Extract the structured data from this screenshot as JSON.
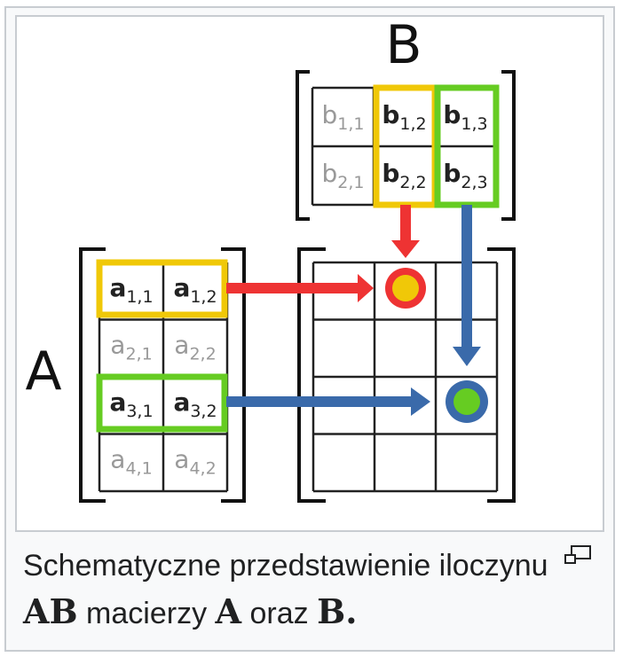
{
  "diagram": {
    "matrix_b_label": "B",
    "matrix_a_label": "A",
    "b_cells": [
      {
        "base": "b",
        "sub": "1,1",
        "dim": true
      },
      {
        "base": "b",
        "sub": "1,2",
        "dim": false
      },
      {
        "base": "b",
        "sub": "1,3",
        "dim": false
      },
      {
        "base": "b",
        "sub": "2,1",
        "dim": true
      },
      {
        "base": "b",
        "sub": "2,2",
        "dim": false
      },
      {
        "base": "b",
        "sub": "2,3",
        "dim": false
      }
    ],
    "a_cells": [
      {
        "base": "a",
        "sub": "1,1",
        "dim": false
      },
      {
        "base": "a",
        "sub": "1,2",
        "dim": false
      },
      {
        "base": "a",
        "sub": "2,1",
        "dim": true
      },
      {
        "base": "a",
        "sub": "2,2",
        "dim": true
      },
      {
        "base": "a",
        "sub": "3,1",
        "dim": false
      },
      {
        "base": "a",
        "sub": "3,2",
        "dim": false
      },
      {
        "base": "a",
        "sub": "4,1",
        "dim": true
      },
      {
        "base": "a",
        "sub": "4,2",
        "dim": true
      }
    ],
    "colors": {
      "yellow": "#f0c808",
      "green": "#66cc22",
      "red": "#ee3333",
      "blue": "#3a6aaa",
      "dim_text": "#999999",
      "text": "#222222",
      "grid": "#222222"
    }
  },
  "caption": {
    "text1": "Schematyczne przedstawienie iloczynu ",
    "math1": "AB",
    "text2": " macierzy ",
    "math2": "A",
    "text3": " oraz ",
    "math3": "B",
    "text4": "."
  },
  "magnify_icon": "magnify-clip-icon"
}
